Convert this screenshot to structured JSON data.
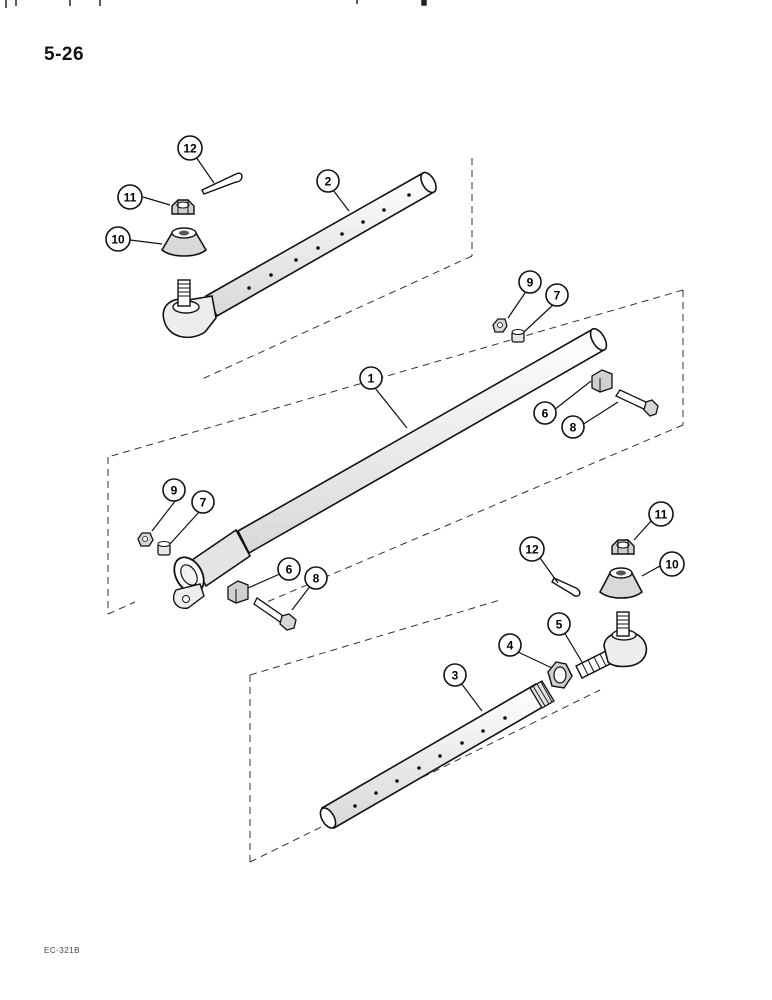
{
  "page": {
    "number": "5-26",
    "figure_code": "EC-321B"
  },
  "callouts": [
    "1",
    "2",
    "3",
    "4",
    "5",
    "6",
    "6",
    "7",
    "7",
    "8",
    "8",
    "9",
    "9",
    "10",
    "10",
    "11",
    "11",
    "12",
    "12"
  ]
}
